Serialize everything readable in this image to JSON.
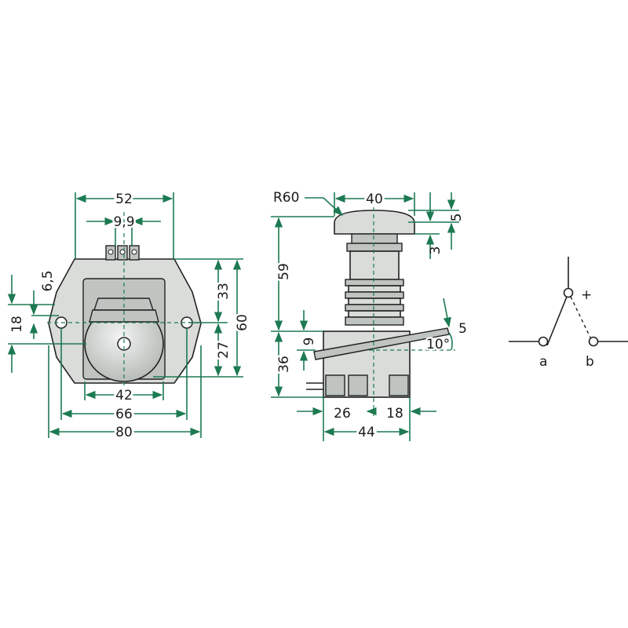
{
  "front_view": {
    "dim_width_top": "52",
    "dim_terminal_pitch": "9,9",
    "dim_offset_65": "6,5",
    "dim_hole_spacing_v": "18",
    "dim_upper_33": "33",
    "dim_total_60": "60",
    "dim_lower_27": "27",
    "dim_42": "42",
    "dim_66": "66",
    "dim_80": "80"
  },
  "side_view": {
    "radius_label": "R60",
    "dim_cap_40": "40",
    "dim_5_top": "5",
    "dim_3": "3",
    "dim_59": "59",
    "dim_9": "9",
    "dim_36": "36",
    "dim_5_lever": "5",
    "angle_10": "10°",
    "dim_26": "26",
    "dim_18": "18",
    "dim_44": "44"
  },
  "schematic": {
    "plus_label": "+",
    "label_a": "a",
    "label_b": "b"
  },
  "colors": {
    "dimension": "#1d7a52",
    "body": "#d9dcd9",
    "outline": "#222222"
  }
}
